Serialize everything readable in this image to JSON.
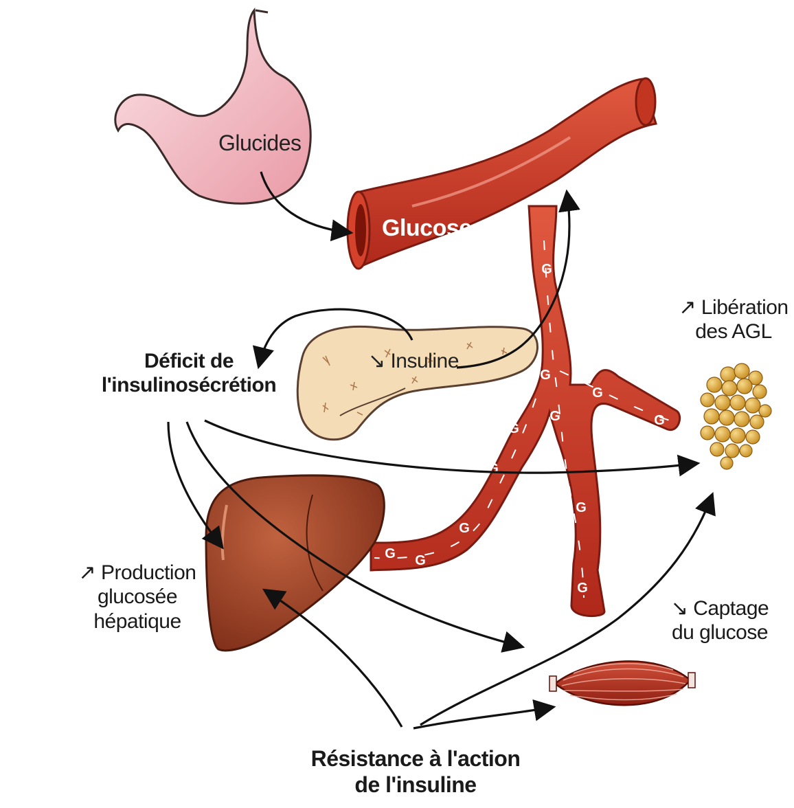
{
  "labels": {
    "glucides": "Glucides",
    "glucose": "Glucose",
    "insuline": "↘ Insuline",
    "deficit_line1": "Déficit de",
    "deficit_line2": "l'insulinosécrétion",
    "liberation_line1": "↗ Libération",
    "liberation_line2": "des AGL",
    "production_line1": "↗ Production",
    "production_line2": "glucosée",
    "production_line3": "hépatique",
    "captage_line1": "↘ Captage",
    "captage_line2": "du glucose",
    "resistance_line1": "Résistance à l'action",
    "resistance_line2": "de l'insuline"
  },
  "vessel_marks": [
    "G",
    "G",
    "G",
    "G",
    "G",
    "G",
    "G",
    "G",
    "G",
    "G",
    "G"
  ],
  "colors": {
    "vessel": "#c8321f",
    "vessel_dark": "#8e1d10",
    "stomach": "#f2b8c0",
    "pancreas": "#f3dcb8",
    "liver": "#a8442a",
    "fat": "#d9a437",
    "muscle": "#b5301f",
    "arrow": "#111111"
  },
  "icons": [
    "stomach-icon",
    "blood-vessel-icon",
    "pancreas-icon",
    "liver-icon",
    "fat-cells-icon",
    "muscle-icon"
  ]
}
